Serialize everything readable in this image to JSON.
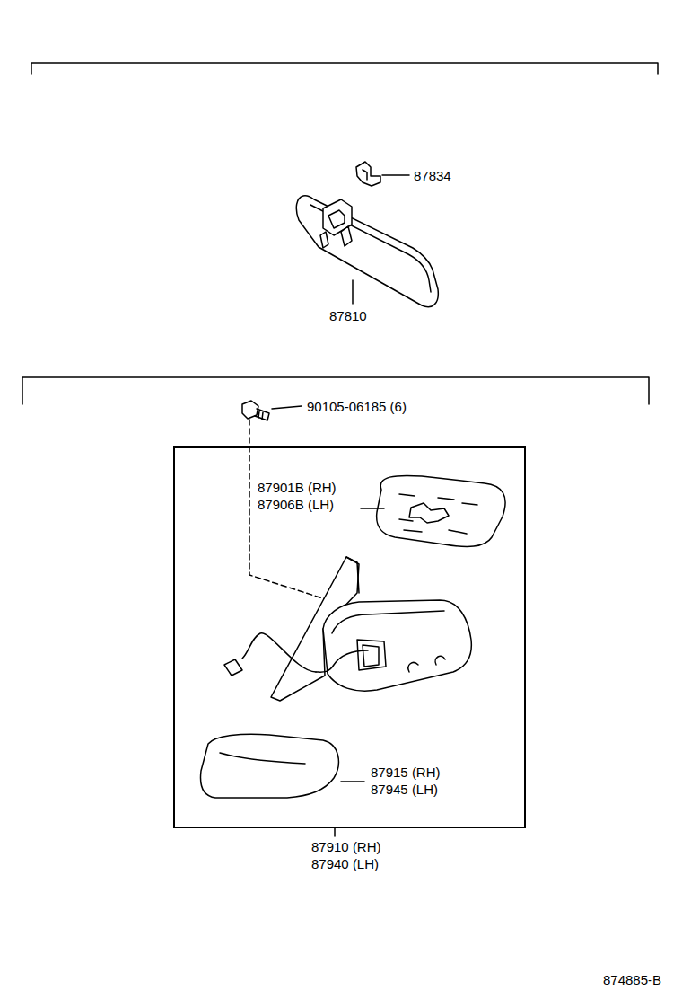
{
  "diagram": {
    "nodes": [
      {
        "text": [
          "87901B (RH) 87906B (LH)",
          "87915 (RH) 87945 (LH)",
          "87910 (RH) 87940 (LH)"
        ]
      }
    ],
    "labels": [
      "87834",
      "87810",
      "90105-06185 (6)",
      "874885-B"
    ]
  }
}
